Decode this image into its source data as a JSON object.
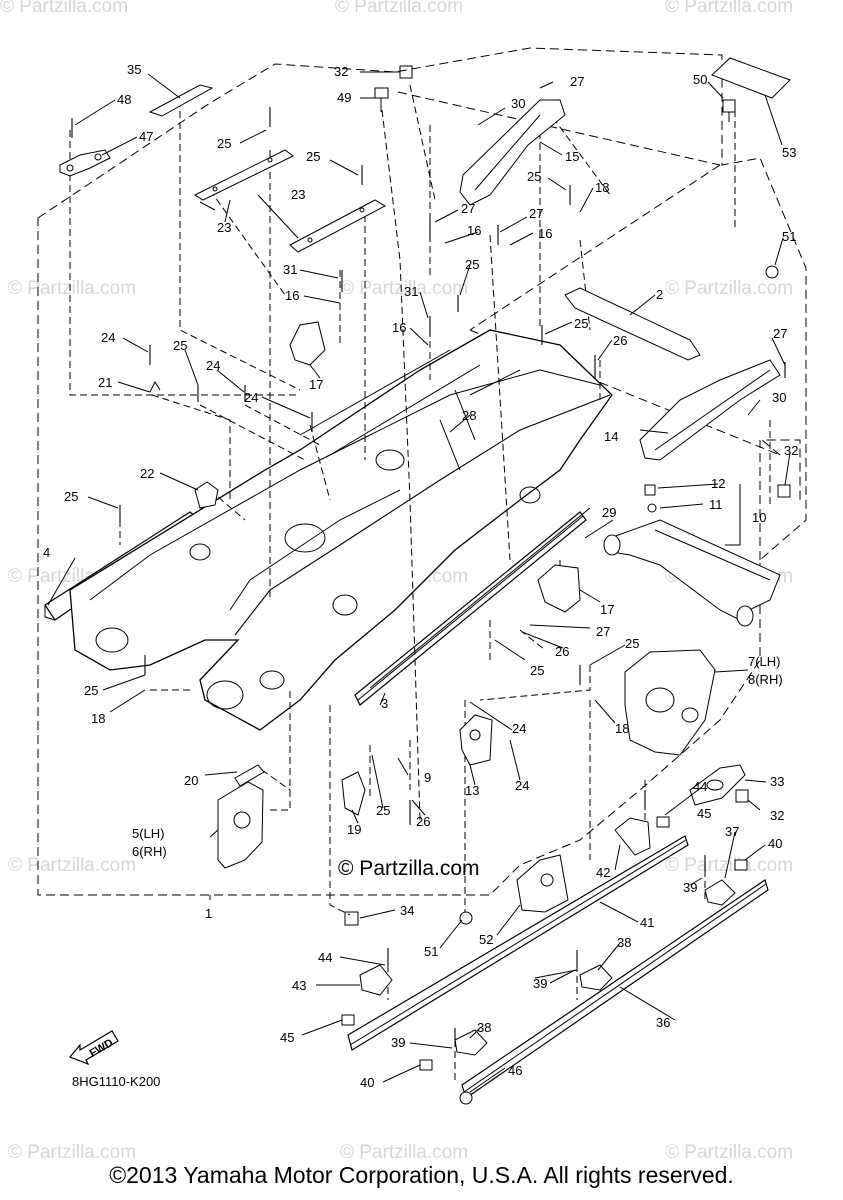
{
  "watermark": {
    "text": "© Partzilla.com",
    "center_text": "© Partzilla.com"
  },
  "figure_code": "8HG1110-K200",
  "fwd_label": "FWD",
  "copyright": "©2013 Yamaha Motor Corporation, U.S.A. All rights reserved.",
  "callouts": [
    {
      "id": "35",
      "label": "35"
    },
    {
      "id": "48",
      "label": "48"
    },
    {
      "id": "47",
      "label": "47"
    },
    {
      "id": "25a",
      "label": "25"
    },
    {
      "id": "23a",
      "label": "23"
    },
    {
      "id": "25b",
      "label": "25"
    },
    {
      "id": "23b",
      "label": "23"
    },
    {
      "id": "32a",
      "label": "32"
    },
    {
      "id": "49",
      "label": "49"
    },
    {
      "id": "27a",
      "label": "27"
    },
    {
      "id": "30a",
      "label": "30"
    },
    {
      "id": "15",
      "label": "15"
    },
    {
      "id": "50",
      "label": "50"
    },
    {
      "id": "53",
      "label": "53"
    },
    {
      "id": "25c",
      "label": "25"
    },
    {
      "id": "18a",
      "label": "18"
    },
    {
      "id": "27b",
      "label": "27"
    },
    {
      "id": "16a",
      "label": "16"
    },
    {
      "id": "27c",
      "label": "27"
    },
    {
      "id": "16b",
      "label": "16"
    },
    {
      "id": "25d",
      "label": "25"
    },
    {
      "id": "31a",
      "label": "31"
    },
    {
      "id": "16c",
      "label": "16"
    },
    {
      "id": "31b",
      "label": "31"
    },
    {
      "id": "16d",
      "label": "16"
    },
    {
      "id": "51a",
      "label": "51"
    },
    {
      "id": "2",
      "label": "2"
    },
    {
      "id": "25e",
      "label": "25"
    },
    {
      "id": "26a",
      "label": "26"
    },
    {
      "id": "27d",
      "label": "27"
    },
    {
      "id": "24a",
      "label": "24"
    },
    {
      "id": "25f",
      "label": "25"
    },
    {
      "id": "24b",
      "label": "24"
    },
    {
      "id": "21",
      "label": "21"
    },
    {
      "id": "17a",
      "label": "17"
    },
    {
      "id": "24c",
      "label": "24"
    },
    {
      "id": "28",
      "label": "28"
    },
    {
      "id": "30b",
      "label": "30"
    },
    {
      "id": "14",
      "label": "14"
    },
    {
      "id": "32b",
      "label": "32"
    },
    {
      "id": "22",
      "label": "22"
    },
    {
      "id": "12",
      "label": "12"
    },
    {
      "id": "11",
      "label": "11"
    },
    {
      "id": "10",
      "label": "10"
    },
    {
      "id": "25g",
      "label": "25"
    },
    {
      "id": "29",
      "label": "29"
    },
    {
      "id": "4",
      "label": "4"
    },
    {
      "id": "17b",
      "label": "17"
    },
    {
      "id": "27e",
      "label": "27"
    },
    {
      "id": "25h",
      "label": "25"
    },
    {
      "id": "26b",
      "label": "26"
    },
    {
      "id": "25i",
      "label": "25"
    },
    {
      "id": "7",
      "label": "7(LH)"
    },
    {
      "id": "8",
      "label": "8(RH)"
    },
    {
      "id": "25j",
      "label": "25"
    },
    {
      "id": "18b",
      "label": "18"
    },
    {
      "id": "3",
      "label": "3"
    },
    {
      "id": "24d",
      "label": "24"
    },
    {
      "id": "18c",
      "label": "18"
    },
    {
      "id": "20",
      "label": "20"
    },
    {
      "id": "9",
      "label": "9"
    },
    {
      "id": "13",
      "label": "13"
    },
    {
      "id": "24e",
      "label": "24"
    },
    {
      "id": "25k",
      "label": "25"
    },
    {
      "id": "26c",
      "label": "26"
    },
    {
      "id": "19",
      "label": "19"
    },
    {
      "id": "44a",
      "label": "44"
    },
    {
      "id": "33",
      "label": "33"
    },
    {
      "id": "45a",
      "label": "45"
    },
    {
      "id": "32c",
      "label": "32"
    },
    {
      "id": "5",
      "label": "5(LH)"
    },
    {
      "id": "6",
      "label": "6(RH)"
    },
    {
      "id": "37",
      "label": "37"
    },
    {
      "id": "40a",
      "label": "40"
    },
    {
      "id": "42",
      "label": "42"
    },
    {
      "id": "39a",
      "label": "39"
    },
    {
      "id": "41",
      "label": "41"
    },
    {
      "id": "1",
      "label": "1"
    },
    {
      "id": "34",
      "label": "34"
    },
    {
      "id": "51b",
      "label": "51"
    },
    {
      "id": "52",
      "label": "52"
    },
    {
      "id": "44b",
      "label": "44"
    },
    {
      "id": "38a",
      "label": "38"
    },
    {
      "id": "43",
      "label": "43"
    },
    {
      "id": "39b",
      "label": "39"
    },
    {
      "id": "38b",
      "label": "38"
    },
    {
      "id": "36",
      "label": "36"
    },
    {
      "id": "45b",
      "label": "45"
    },
    {
      "id": "39c",
      "label": "39"
    },
    {
      "id": "40b",
      "label": "40"
    },
    {
      "id": "46",
      "label": "46"
    }
  ]
}
